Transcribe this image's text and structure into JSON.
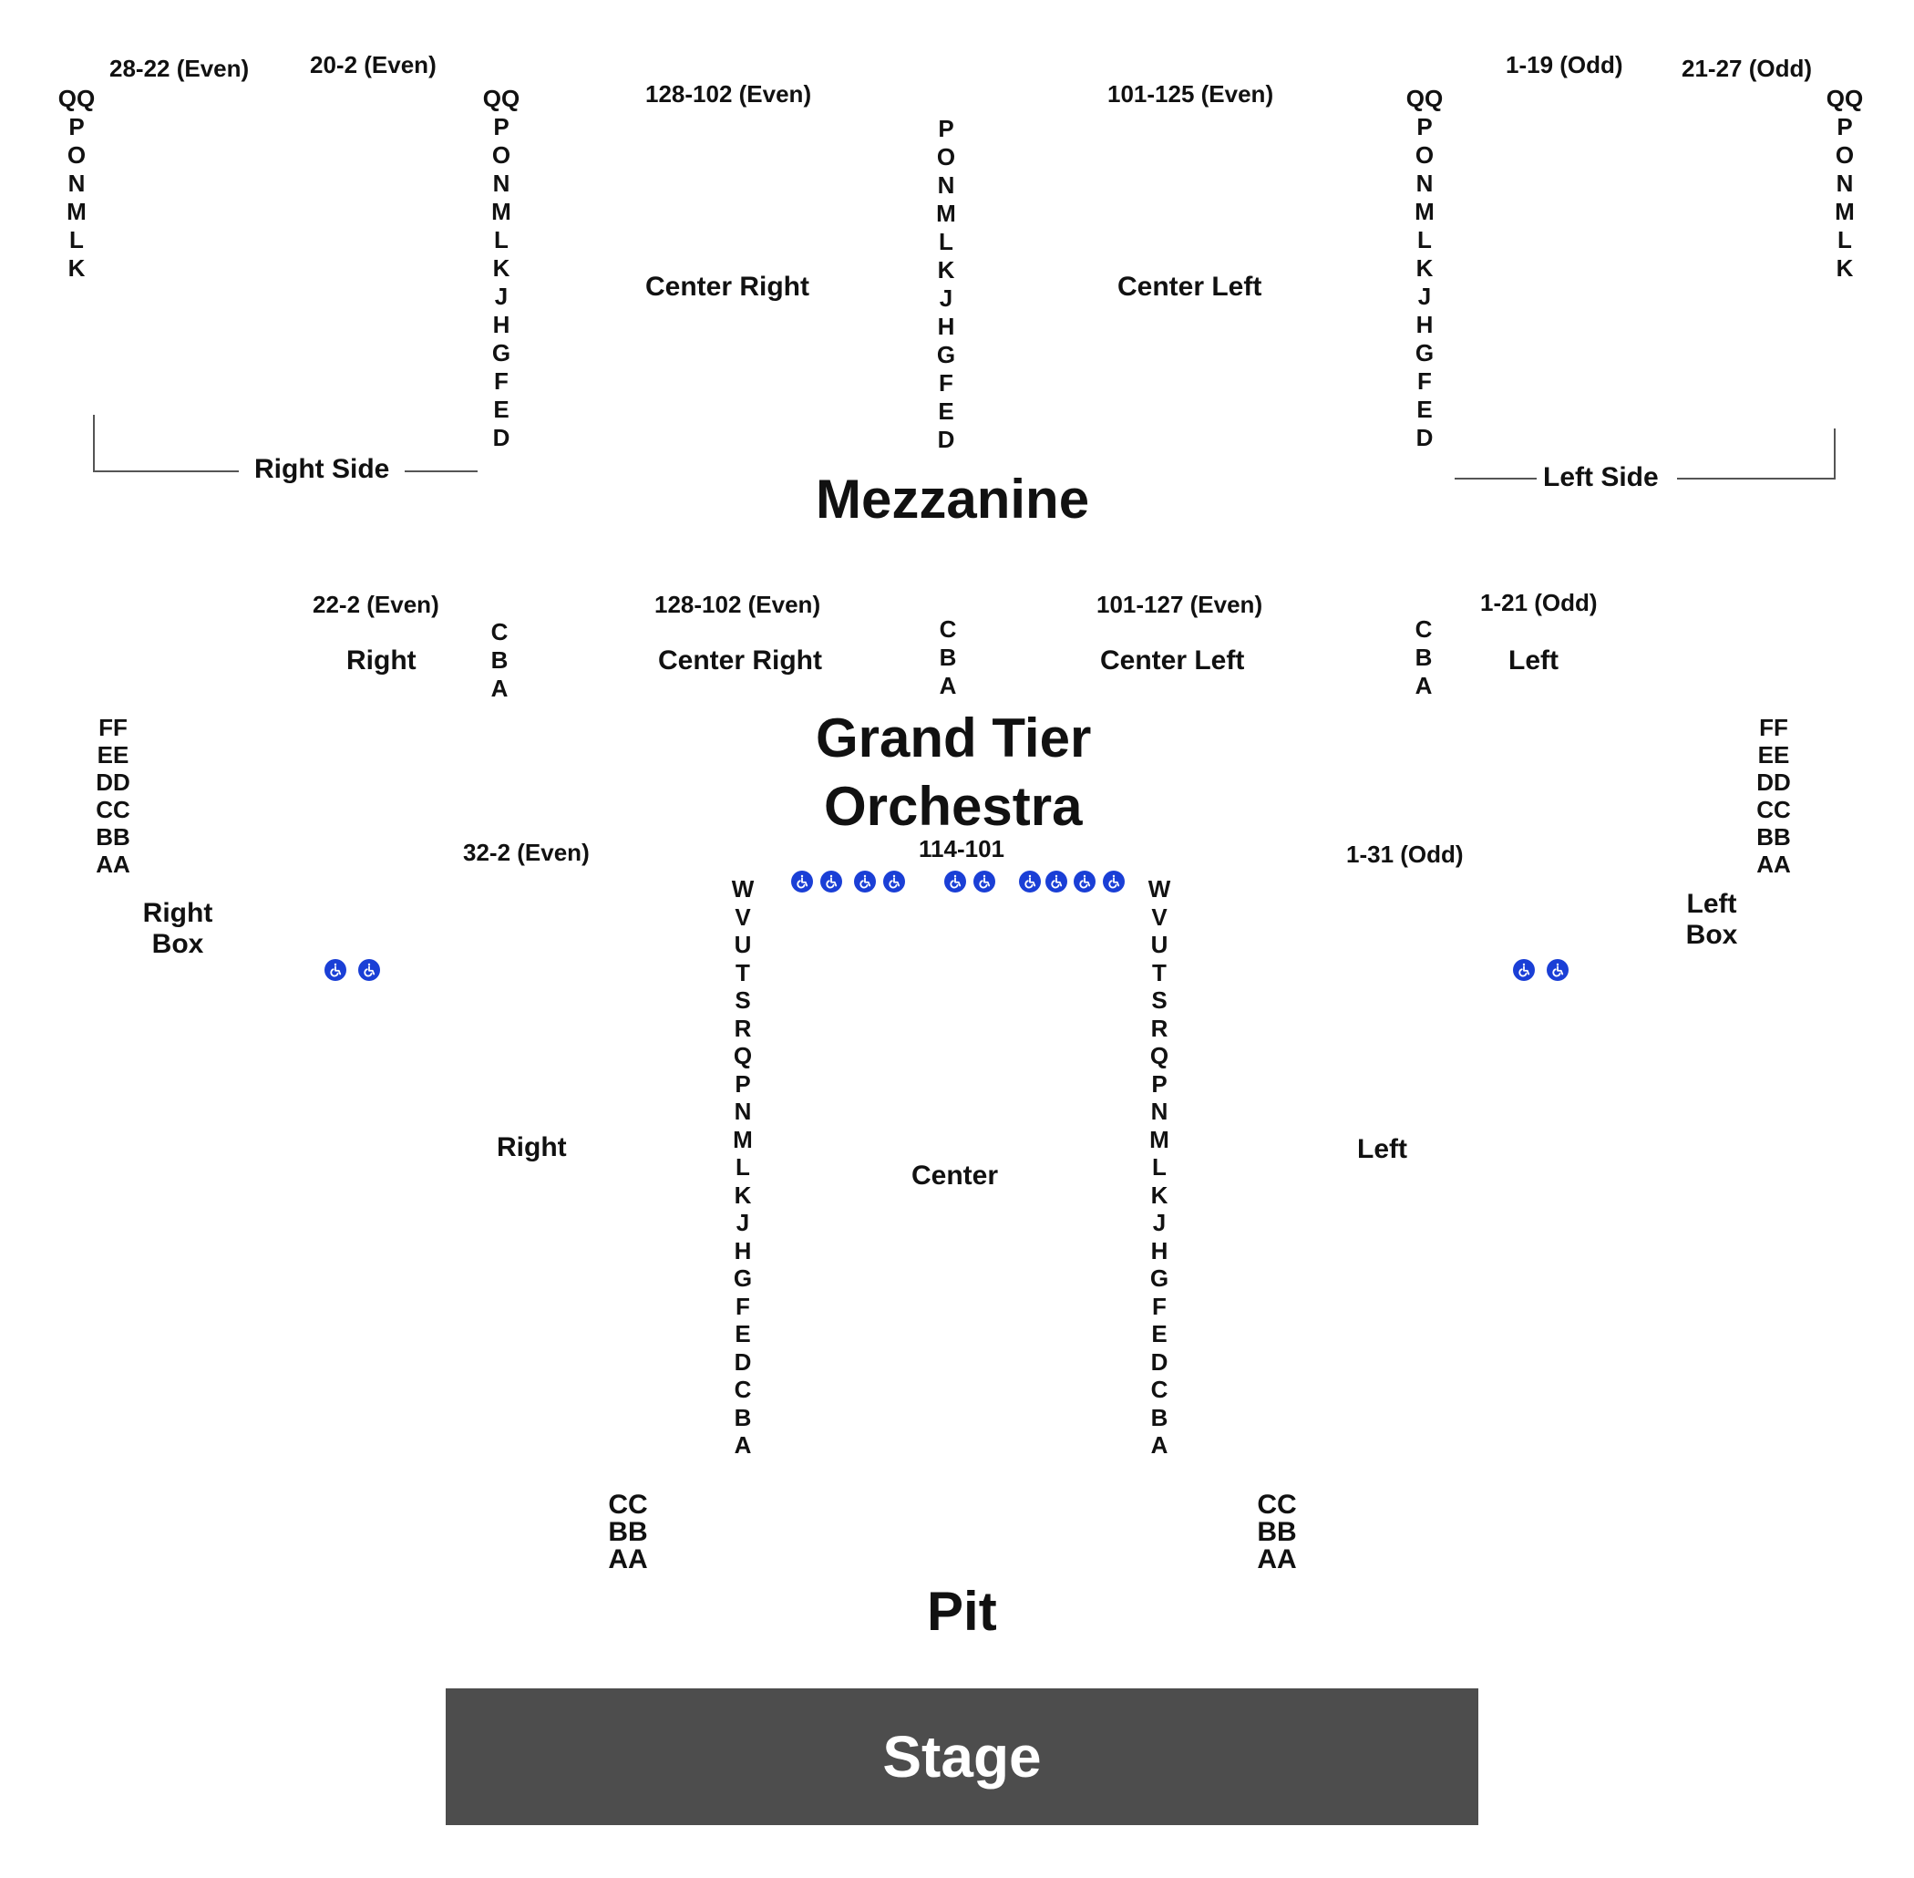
{
  "mezzanine": {
    "title": "Mezzanine",
    "right_side": {
      "label": "Right Side",
      "outer_range": "28-22 (Even)",
      "inner_range": "20-2 (Even)",
      "outer_rows": [
        "QQ",
        "P",
        "O",
        "N",
        "M",
        "L",
        "K"
      ],
      "inner_rows": [
        "QQ",
        "P",
        "O",
        "N",
        "M",
        "L",
        "K",
        "J",
        "H",
        "G",
        "F",
        "E",
        "D"
      ]
    },
    "center_right": {
      "label": "Center Right",
      "range": "128-102 (Even)"
    },
    "center_rows": [
      "P",
      "O",
      "N",
      "M",
      "L",
      "K",
      "J",
      "H",
      "G",
      "F",
      "E",
      "D"
    ],
    "center_left": {
      "label": "Center Left",
      "range": "101-125 (Even)"
    },
    "left_side": {
      "label": "Left Side",
      "inner_range": "1-19 (Odd)",
      "outer_range": "21-27 (Odd)",
      "inner_rows": [
        "QQ",
        "P",
        "O",
        "N",
        "M",
        "L",
        "K",
        "J",
        "H",
        "G",
        "F",
        "E",
        "D"
      ],
      "outer_rows": [
        "QQ",
        "P",
        "O",
        "N",
        "M",
        "L",
        "K"
      ]
    }
  },
  "grand_tier": {
    "title": "Grand Tier",
    "right": {
      "label": "Right",
      "range": "22-2 (Even)"
    },
    "center_right": {
      "label": "Center Right",
      "range": "128-102 (Even)"
    },
    "center_left": {
      "label": "Center Left",
      "range": "101-127 (Even)"
    },
    "left": {
      "label": "Left",
      "range": "1-21 (Odd)"
    },
    "rows": [
      "C",
      "B",
      "A"
    ]
  },
  "orchestra": {
    "title": "Orchestra",
    "right": {
      "label": "Right",
      "range": "32-2 (Even)"
    },
    "center": {
      "label": "Center",
      "range": "114-101"
    },
    "left": {
      "label": "Left",
      "range": "1-31 (Odd)"
    },
    "rows": [
      "W",
      "V",
      "U",
      "T",
      "S",
      "R",
      "Q",
      "P",
      "N",
      "M",
      "L",
      "K",
      "J",
      "H",
      "G",
      "F",
      "E",
      "D",
      "C",
      "B",
      "A"
    ],
    "box_rows": [
      "FF",
      "EE",
      "DD",
      "CC",
      "BB",
      "AA"
    ],
    "right_box": {
      "line1": "Right",
      "line2": "Box"
    },
    "left_box": {
      "line1": "Left",
      "line2": "Box"
    },
    "pit_rows": [
      "CC",
      "BB",
      "AA"
    ]
  },
  "pit": {
    "title": "Pit"
  },
  "stage": {
    "label": "Stage"
  },
  "colors": {
    "stage_fill": "#4d4d4d",
    "accessible_icon": "#1a3fd6",
    "text": "#111111"
  },
  "icons": {
    "accessible": "wheelchair-icon"
  }
}
